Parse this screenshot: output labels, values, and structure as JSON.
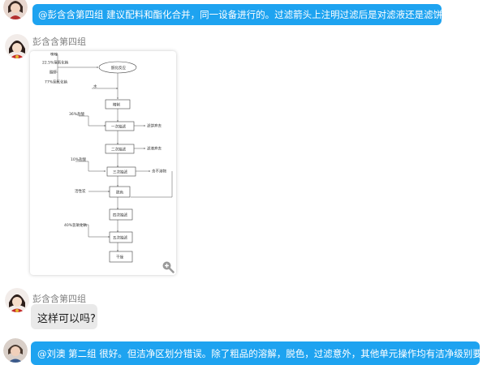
{
  "messages": {
    "m1_text": "@彭含含第四组 建议配料和酯化合并，同一设备进行的。过滤箭头上注明过滤后是对滤液还是滤饼处理",
    "m2_sender": "彭含含第四组",
    "m3_sender": "彭含含第四组",
    "m3_text": "这样可以吗?",
    "m4_text": "@刘澳 第二组 很好。但洁净区划分错误。除了粗品的溶解，脱色，过滤意外，其他单元操作均有洁净级别要求。"
  },
  "flowchart": {
    "inputs": [
      "咪唑",
      "22.5%氢氧化钠",
      "醋酐",
      "77%氢氧化钠"
    ],
    "water": "水",
    "acid1": "36%盐酸",
    "acid2": "10%盐酸",
    "carbon": "活性炭",
    "base2": "40%氢氧化钠",
    "steps": [
      "酰化反应",
      "精制",
      "一次抽滤",
      "二次抽滤",
      "三次抽滤",
      "脱色",
      "四次抽滤",
      "五次抽滤",
      "干燥"
    ],
    "outputs": [
      "滤饼弃去",
      "滤液弃去",
      "含不溶物"
    ]
  },
  "icons": {
    "avatar": "avatar-icon",
    "zoom": "zoom-in-icon"
  },
  "colors": {
    "bubble_blue": "#1ea3f0",
    "bubble_grey": "#e9e9e9",
    "sender_grey": "#808080"
  }
}
